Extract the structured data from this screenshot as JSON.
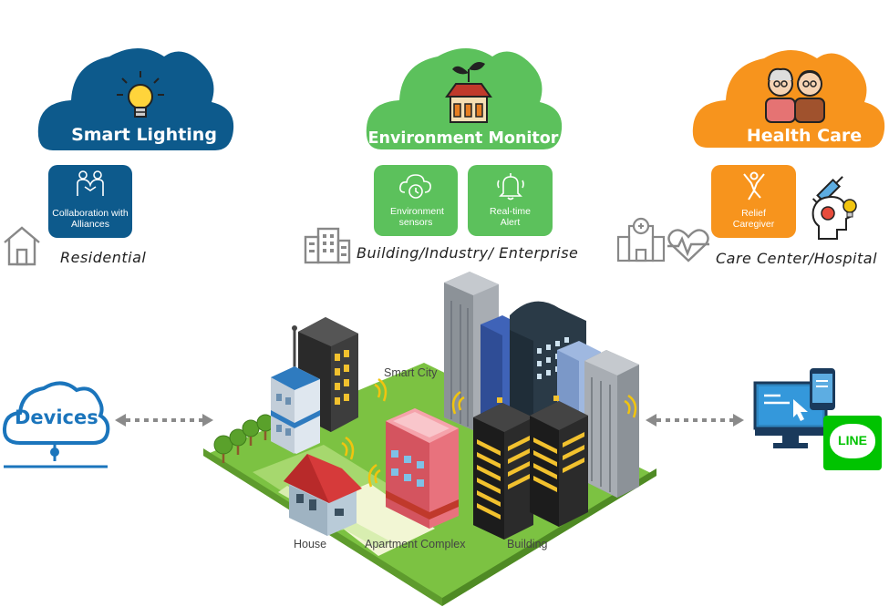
{
  "clouds": {
    "smart_lighting": {
      "title": "Smart Lighting",
      "color": "#0d5a8c"
    },
    "environment": {
      "title": "Environment Monitor",
      "color": "#5cc15c"
    },
    "health": {
      "title": "Health Care",
      "color": "#f7941d"
    }
  },
  "tiles": {
    "collaboration": "Collaboration with Alliances",
    "env_sensors": "Environment sensors",
    "alert": "Real-time Alert",
    "relief": "Relief Caregiver"
  },
  "captions": {
    "residential": "Residential",
    "building": "Building/Industry/ Enterprise",
    "care": "Care Center/Hospital"
  },
  "devices": {
    "label": "Devices",
    "color": "#1b75bc"
  },
  "line_badge": "LINE",
  "map_labels": {
    "smart_city": "Smart City",
    "house": "House",
    "apartment": "Apartment Complex",
    "building": "Building"
  },
  "icons": [
    "lightbulb-icon",
    "plant-house-icon",
    "elderly-couple-icon",
    "handshake-icon",
    "cloud-sensor-icon",
    "bell-icon",
    "relief-person-icon",
    "house-icon",
    "office-building-icon",
    "hospital-icon",
    "heartbeat-icon",
    "syringe-icon",
    "head-idea-icon",
    "monitor-icon",
    "phone-icon"
  ]
}
